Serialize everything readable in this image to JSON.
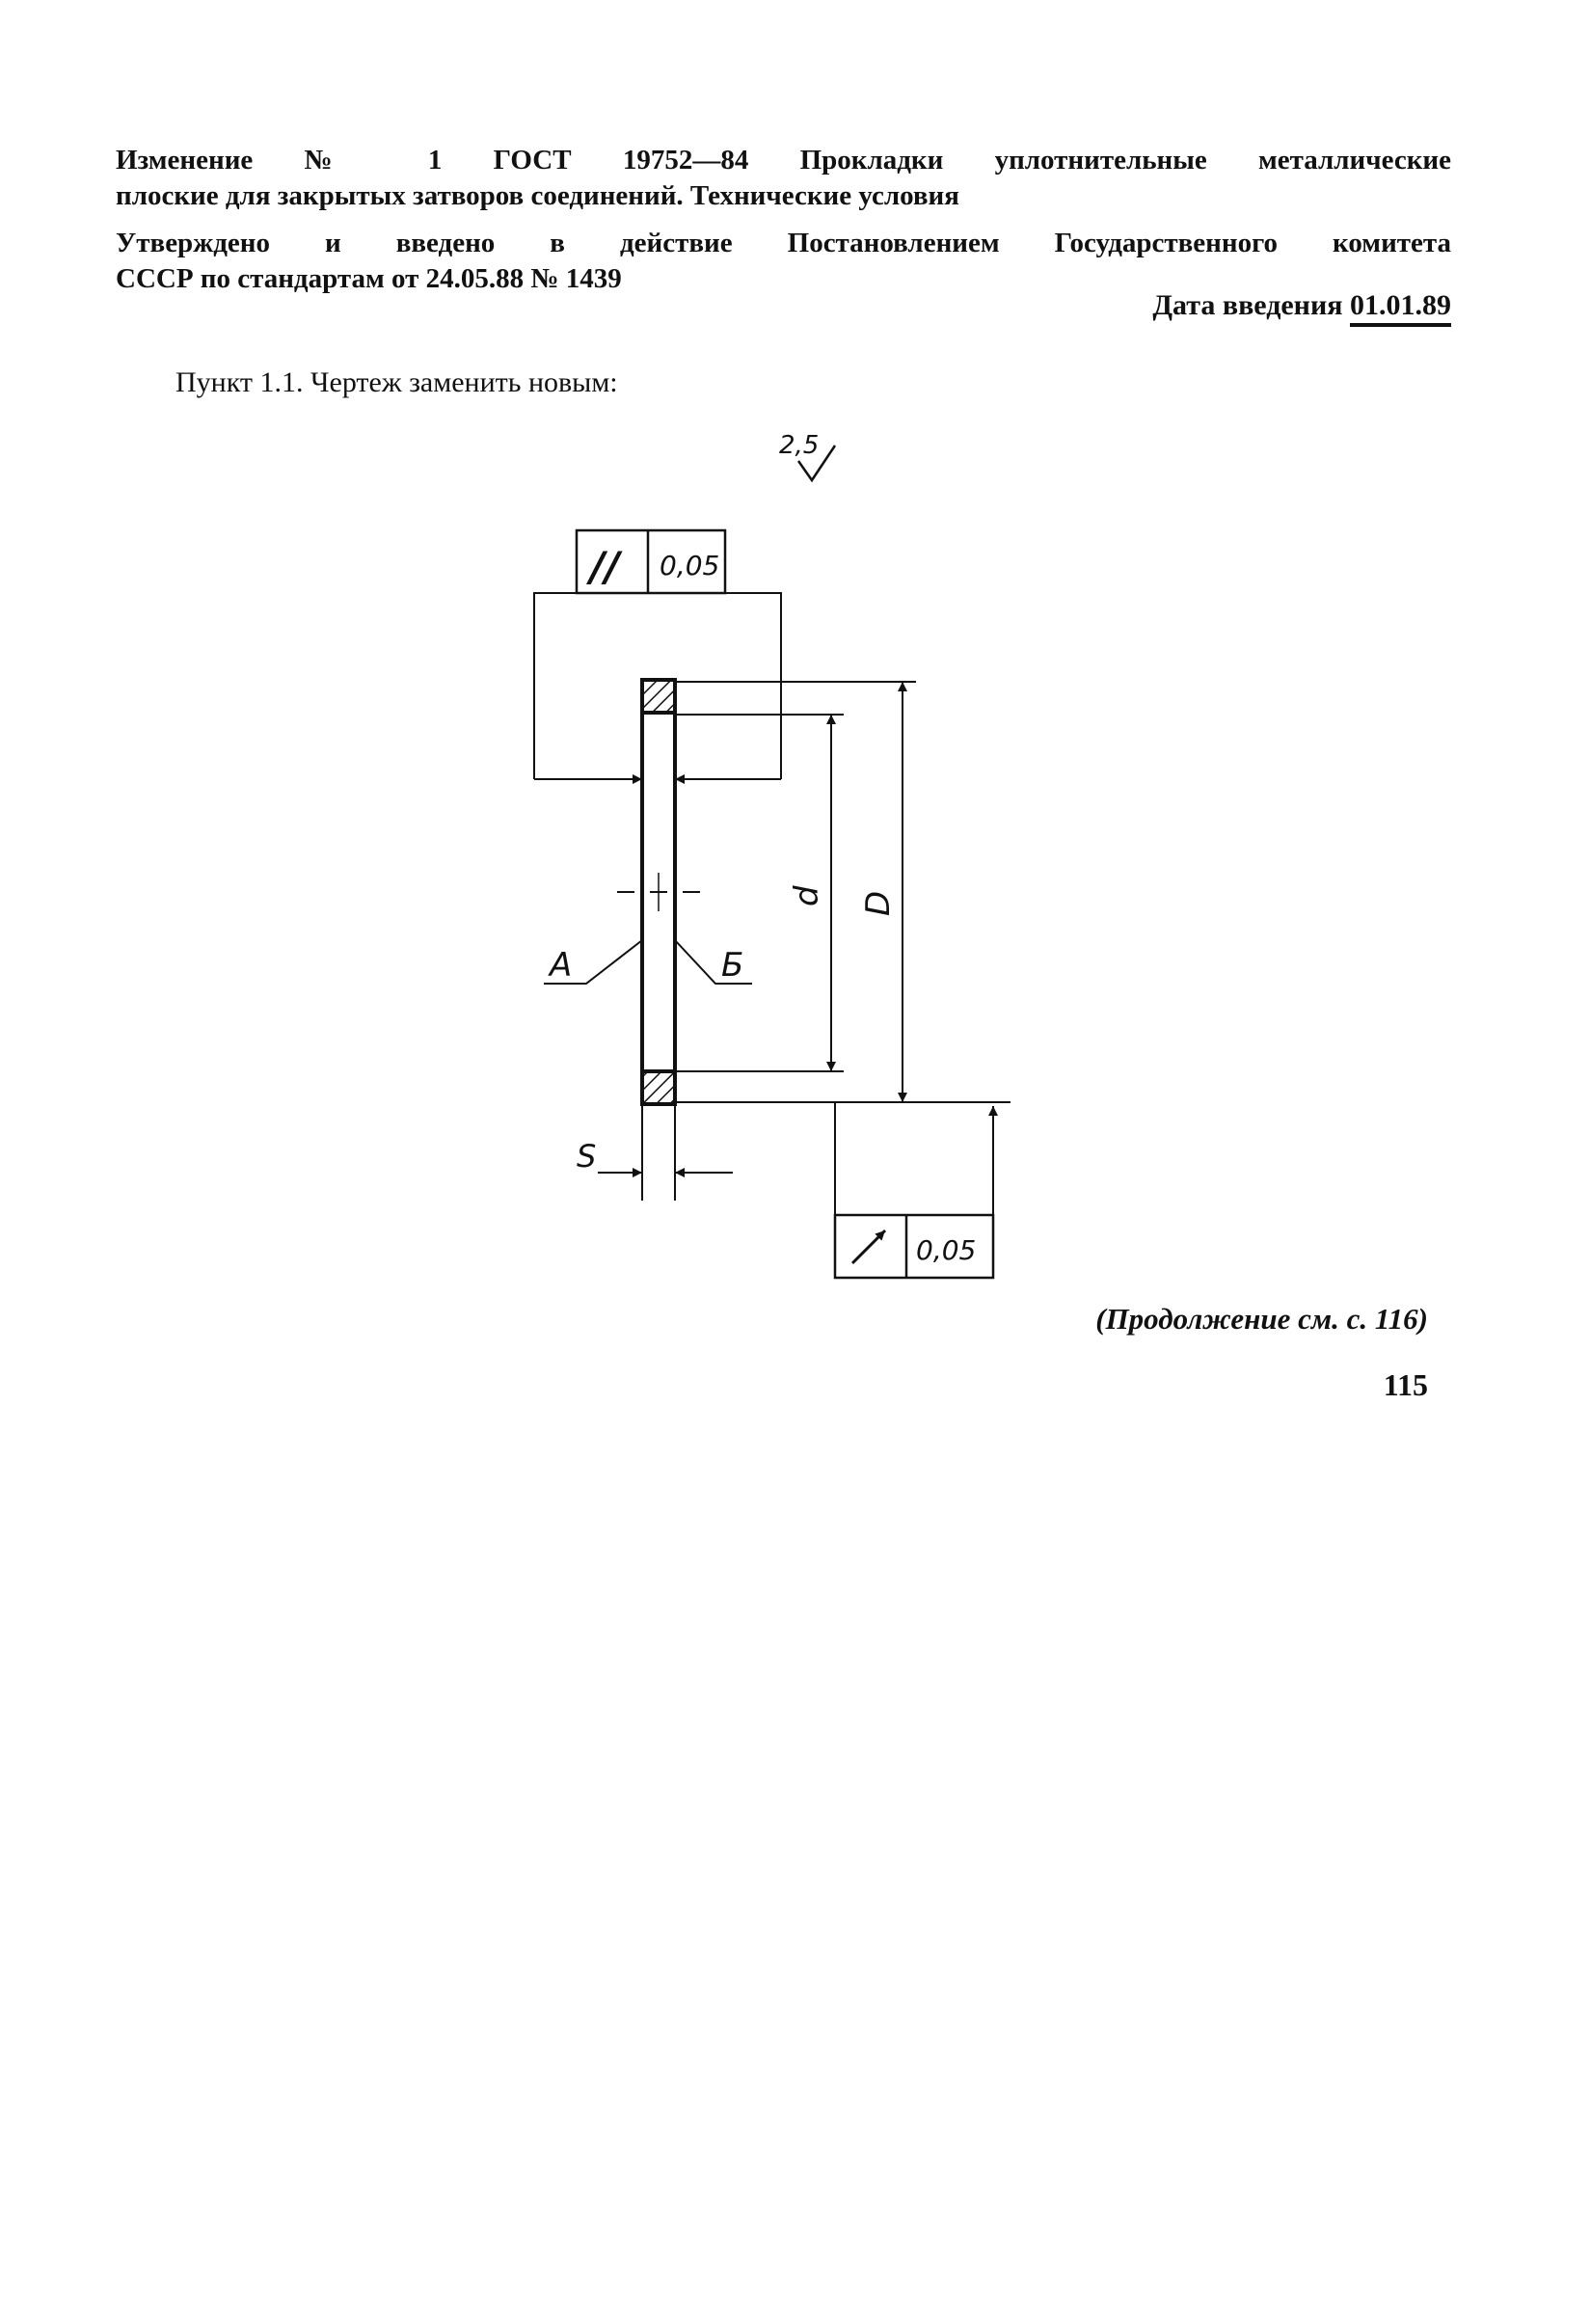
{
  "header": {
    "line1": "Изменение № 1 ГОСТ 19752—84 Прокладки уплотнительные металлические",
    "line2": "плоские для закрытых затворов соединений. Технические условия",
    "line3": "Утверждено и введено в действие Постановлением Государственного комитета",
    "line4": "СССР по стандартам от 24.05.88 № 1439"
  },
  "effective": {
    "label": "Дата введения",
    "date": "01.01.89"
  },
  "paragraph": "Пункт 1.1. Чертеж заменить новым:",
  "drawing": {
    "roughness": "2,5",
    "parallelism_symbol": "//",
    "parallelism_tolerance": "0,05",
    "runout_symbol": "↗",
    "runout_tolerance": "0,05",
    "label_a": "А",
    "label_b": "Б",
    "label_d_inner": "d",
    "label_d_outer": "D",
    "label_s": "S"
  },
  "continuation": "(Продолжение см. с. 116)",
  "page_number": "115"
}
